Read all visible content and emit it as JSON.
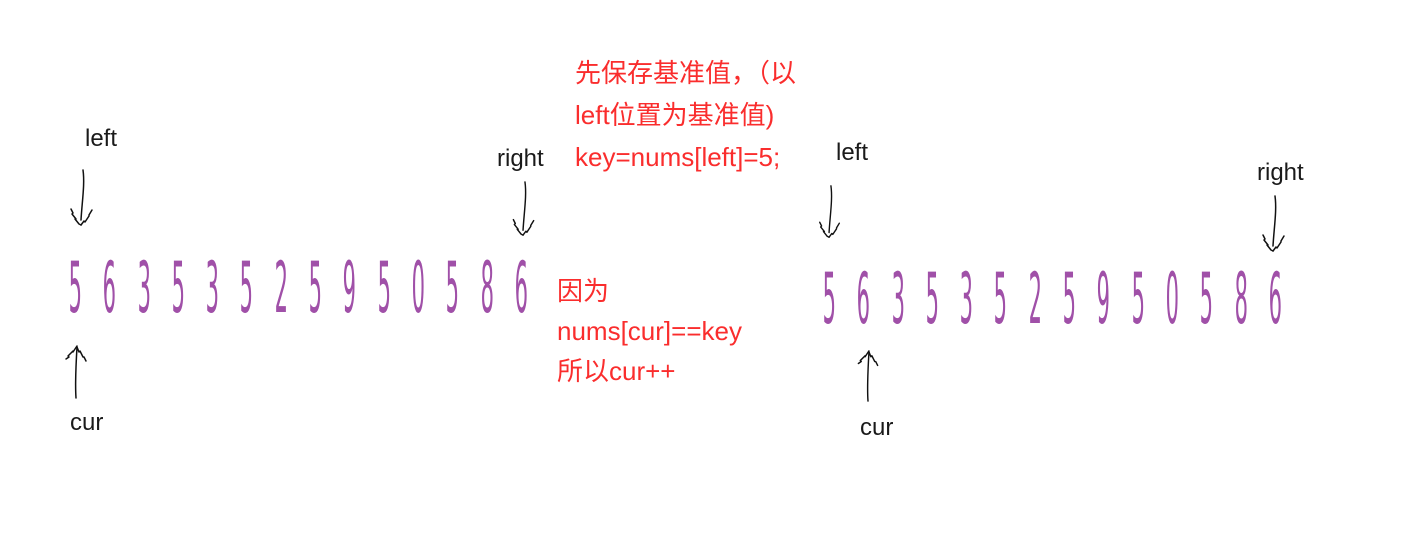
{
  "array": {
    "values": [
      "5",
      "6",
      "3",
      "5",
      "3",
      "5",
      "2",
      "5",
      "9",
      "5",
      "0",
      "5",
      "8",
      "6"
    ]
  },
  "pointers": {
    "left": "left",
    "right": "right",
    "cur": "cur"
  },
  "annotations": {
    "save_pivot": {
      "line1": "先保存基准值，（以",
      "line2": "left位置为基准值)",
      "line3": "key=nums[left]=5;"
    },
    "because": {
      "line1": "因为",
      "line2": "nums[cur]==key",
      "line3": "所以cur++"
    }
  },
  "colors": {
    "digit_purple": "#a050a8",
    "annotation_red": "#fa2d2d",
    "label_black": "#1a1a1a"
  }
}
